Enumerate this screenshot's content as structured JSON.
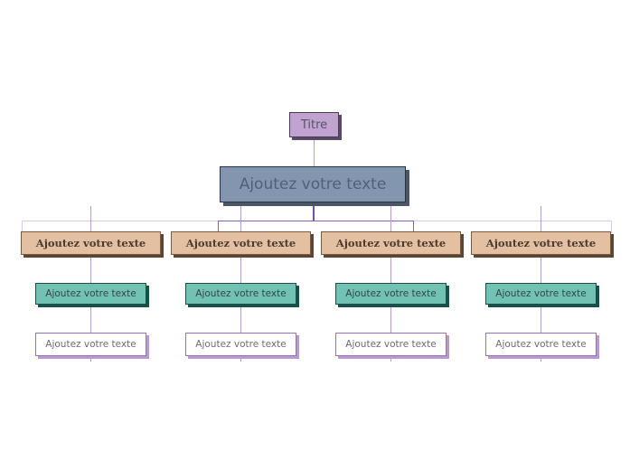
{
  "diagram": {
    "type": "organizational-hierarchy",
    "background_color": "#ffffff",
    "connector_colors": {
      "main": "#b79bd0",
      "dark": "#8e5fb5",
      "pale": "#ddc9ea",
      "stub": "#7b4fa3"
    },
    "levels": [
      {
        "name": "title",
        "fill_color": "#c0a3d0",
        "border_color": "#4b3a57",
        "nodes": [
          {
            "label": "Titre"
          }
        ]
      },
      {
        "name": "root",
        "fill_color": "#8296b0",
        "border_color": "#2a3240",
        "nodes": [
          {
            "label": "Ajoutez votre texte"
          }
        ]
      },
      {
        "name": "branch",
        "fill_color": "#e3c0a2",
        "border_color": "#7a5a3e",
        "nodes": [
          {
            "label": "Ajoutez votre texte"
          },
          {
            "label": "Ajoutez votre texte"
          },
          {
            "label": "Ajoutez votre texte"
          },
          {
            "label": "Ajoutez votre texte"
          }
        ]
      },
      {
        "name": "sub-branch",
        "fill_color": "#72c2b4",
        "border_color": "#1d4f47",
        "nodes": [
          {
            "label": "Ajoutez votre texte"
          },
          {
            "label": "Ajoutez votre texte"
          },
          {
            "label": "Ajoutez votre texte"
          },
          {
            "label": "Ajoutez votre texte"
          }
        ]
      },
      {
        "name": "leaf",
        "fill_color": "#ffffff",
        "border_color": "#9a6fc0",
        "nodes": [
          {
            "label": "Ajoutez votre texte"
          },
          {
            "label": "Ajoutez votre texte"
          },
          {
            "label": "Ajoutez votre texte"
          },
          {
            "label": "Ajoutez votre texte"
          }
        ]
      }
    ]
  }
}
